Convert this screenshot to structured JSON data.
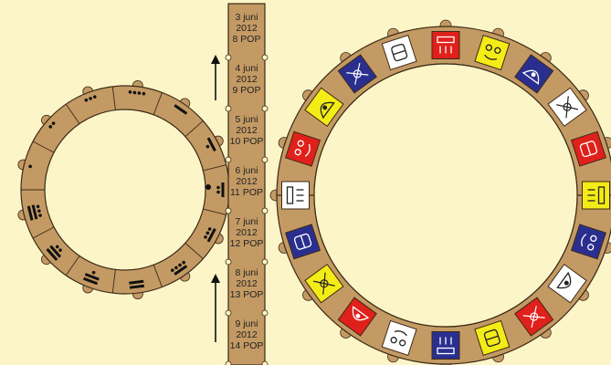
{
  "colors": {
    "background": "#fcf5c7",
    "wheel": "#c49a64",
    "wheel_dark": "#a57c4a",
    "outline": "#3b2a17",
    "dots_bars": "#111111",
    "red": "#e0201b",
    "yellow": "#f4ec16",
    "blue": "#2a2f8f",
    "white": "#ffffff",
    "arrow": "#111111"
  },
  "small_wheel": {
    "numbers": [
      1,
      2,
      3,
      4,
      5,
      6,
      7,
      8,
      9,
      10,
      11,
      12,
      13
    ]
  },
  "date_strip": {
    "entries": [
      {
        "day": "3 juni",
        "year": "2012",
        "haab": "8 POP"
      },
      {
        "day": "4 juni",
        "year": "2012",
        "haab": "9 POP"
      },
      {
        "day": "5 juni",
        "year": "2012",
        "haab": "10 POP"
      },
      {
        "day": "6 juni",
        "year": "2012",
        "haab": "11 POP"
      },
      {
        "day": "7 juni",
        "year": "2012",
        "haab": "12 POP"
      },
      {
        "day": "8 juni",
        "year": "2012",
        "haab": "13 POP"
      },
      {
        "day": "9 juni",
        "year": "2012",
        "haab": "14 POP"
      }
    ],
    "arrows": [
      "up",
      "up"
    ]
  },
  "large_wheel": {
    "glyph_count": 20,
    "glyph_colors": [
      "red",
      "yellow",
      "blue",
      "white",
      "red",
      "yellow",
      "blue",
      "white",
      "red",
      "yellow",
      "blue",
      "white",
      "red",
      "yellow",
      "blue",
      "white",
      "red",
      "yellow",
      "blue",
      "white"
    ],
    "glyph_icons": [
      "imix-icon",
      "ik-icon",
      "akbal-icon",
      "kan-icon",
      "chikchan-icon",
      "kimi-icon",
      "manik-icon",
      "lamat-icon",
      "muluk-icon",
      "ok-icon",
      "chuwen-icon",
      "eb-icon",
      "ben-icon",
      "ix-icon",
      "men-icon",
      "kib-icon",
      "kaban-icon",
      "etznab-icon",
      "kawak-icon",
      "ajaw-icon"
    ]
  }
}
